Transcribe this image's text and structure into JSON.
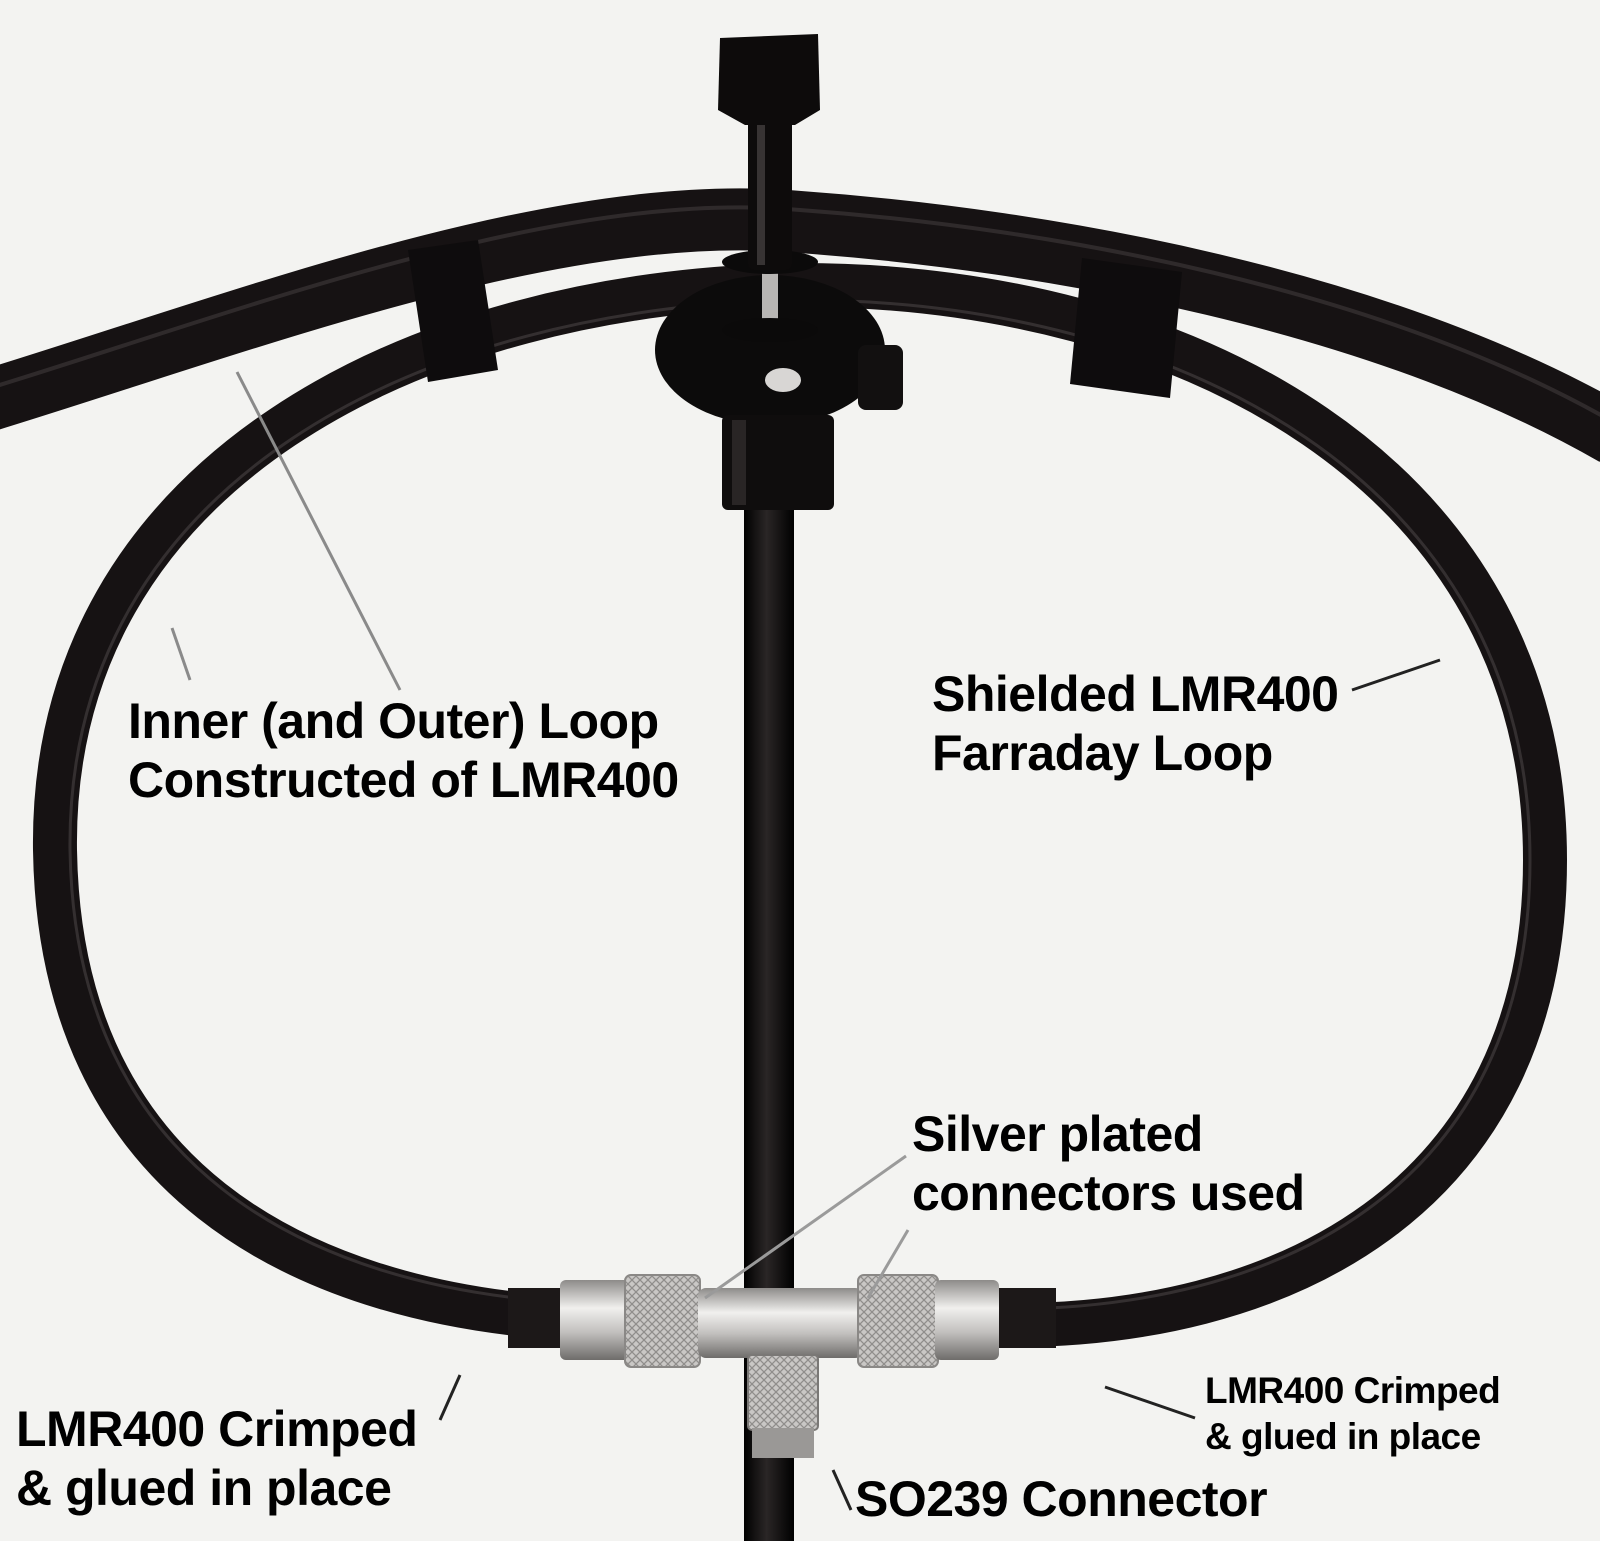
{
  "annotations": {
    "inner_loop": {
      "line1": "Inner (and Outer) Loop",
      "line2": "Constructed of LMR400"
    },
    "farraday_loop": {
      "line1": "Shielded LMR400",
      "line2": "Farraday Loop"
    },
    "connectors": {
      "line1": "Silver plated",
      "line2": "connectors used"
    },
    "crimp_left": {
      "line1": "LMR400 Crimped",
      "line2": "& glued in place"
    },
    "crimp_right": {
      "line1": "LMR400 Crimped",
      "line2": "& glued in place"
    },
    "so239": {
      "text": "SO239 Connector"
    }
  },
  "colors": {
    "background": "#f3f3f1",
    "cable": "#161213",
    "mast": "#0d0c0c",
    "silver": "#c8c6c4",
    "leader_line": "#8a8a8a"
  }
}
